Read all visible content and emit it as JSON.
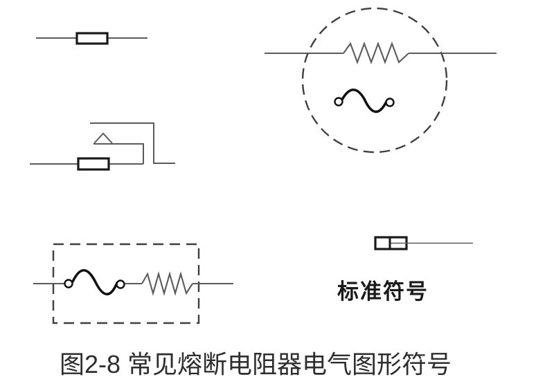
{
  "colors": {
    "background": "#ffffff",
    "thin_line": "#5a5a5a",
    "bold_element": "#1a1a1a",
    "dashed_outline": "#3f3f3f",
    "fuse_wire": "#101010",
    "text": "#2e2e2e"
  },
  "figure": {
    "caption": "图2-8 常见熔断电阻器电气图形符号",
    "labels": {
      "standard_symbol": "标准符号"
    },
    "symbols": [
      {
        "name": "fuse-cartridge-symbol"
      },
      {
        "name": "resistor-with-breaking-contact-symbol"
      },
      {
        "name": "encircled-resistor-with-fuse-wire-symbol"
      },
      {
        "name": "dashed-box-fuse-wire-and-resistor-symbol"
      },
      {
        "name": "standard-fusible-resistor-symbol"
      }
    ]
  }
}
